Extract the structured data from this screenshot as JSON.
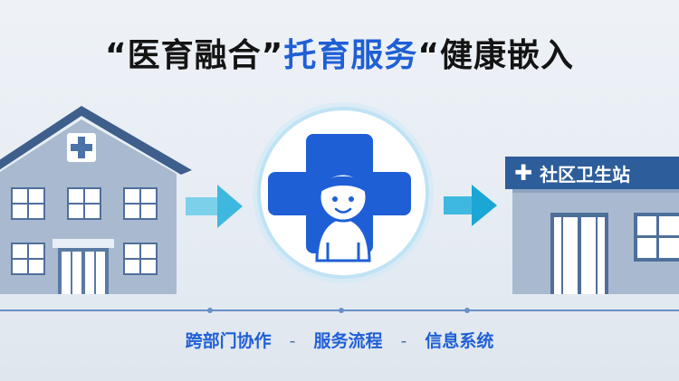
{
  "title": {
    "part1": "“医育融合”",
    "part2": "托育服务",
    "part3": "“健康嵌入"
  },
  "clinic": {
    "label": "社区卫生站"
  },
  "bottom": {
    "items": [
      "跨部门协作",
      "服务流程",
      "信息系统"
    ],
    "separator": "-"
  },
  "colors": {
    "accent_blue": "#1f5fd6",
    "building_blue": "#a9bad0",
    "building_dark": "#5a7aa3",
    "arrow_cyan": "#3fb8e0",
    "label_bg": "#2d5d9a"
  },
  "icons": [
    "hospital-building-icon",
    "arrow-right-icon",
    "medical-cross-child-icon",
    "clinic-building-icon"
  ]
}
